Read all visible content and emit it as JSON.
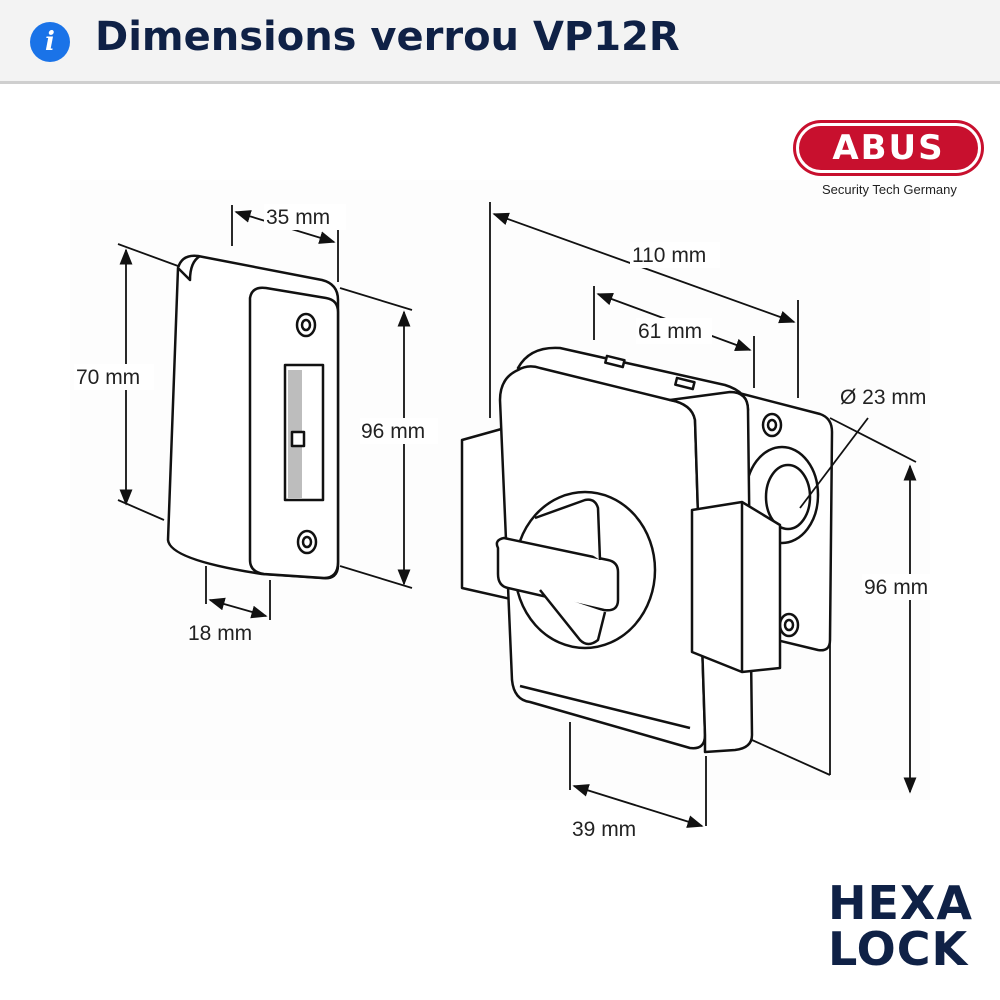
{
  "header": {
    "icon": "info-icon",
    "title": "Dimensions verrou VP12R"
  },
  "dimensions": {
    "striker_depth": "35 mm",
    "striker_height": "70 mm",
    "striker_plate_height": "96 mm",
    "striker_base": "18 mm",
    "lock_length": "110 mm",
    "lock_body": "61 mm",
    "cylinder_diameter": "Ø 23 mm",
    "lock_height": "96 mm",
    "lock_projection": "39 mm"
  },
  "logos": {
    "abus": "ABUS",
    "abus_tagline": "Security Tech Germany",
    "hexalock_line1": "HEXA",
    "hexalock_line2": "LOCK"
  },
  "colors": {
    "header_bg": "#f3f3f3",
    "info_icon": "#1a73e8",
    "title": "#0f2146",
    "abus_red": "#c8102e"
  }
}
